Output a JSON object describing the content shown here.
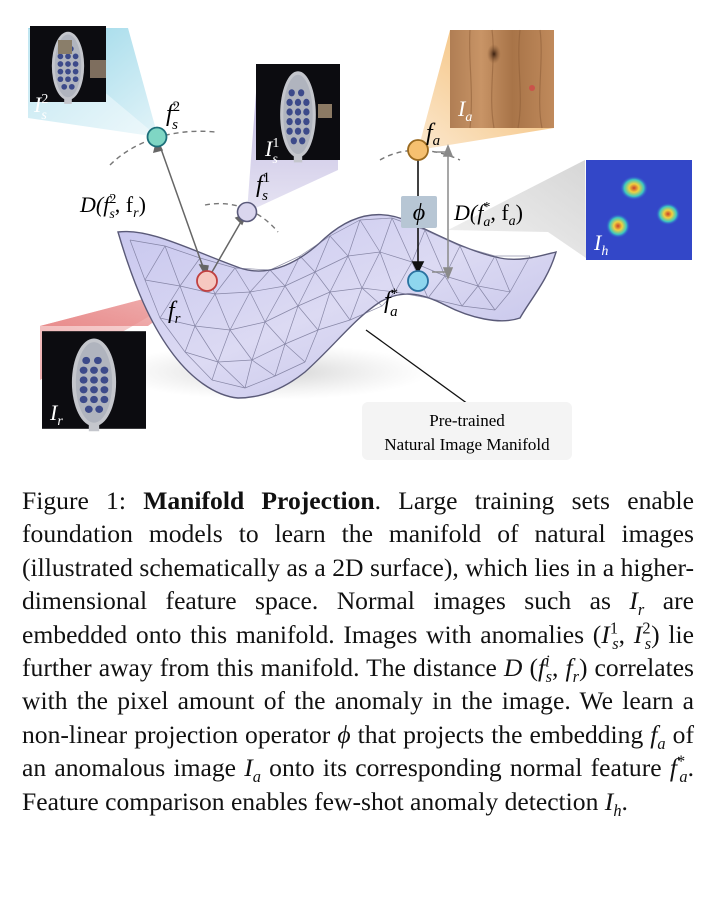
{
  "figure": {
    "labels": {
      "Is2": "I",
      "Is2_sub": "s",
      "Is2_sup": "2",
      "fs2": "f",
      "fs2_sub": "s",
      "fs2_sup": "2",
      "Is1": "I",
      "Is1_sub": "s",
      "Is1_sup": "1",
      "fs1": "f",
      "fs1_sub": "s",
      "fs1_sup": "1",
      "Ia": "I",
      "Ia_sub": "a",
      "fa": "f",
      "fa_sub": "a",
      "phi": "ϕ",
      "Ih": "I",
      "Ih_sub": "h",
      "fr": "f",
      "fr_sub": "r",
      "Ir": "I",
      "Ir_sub": "r",
      "fa_star": "f",
      "fa_star_sub": "a",
      "fa_star_sup": "*",
      "dist_left": "D(f",
      "dist_left_sup": "2",
      "dist_left_sub": "s",
      "dist_left_rest": ", f",
      "dist_left_sub2": "r",
      "dist_left_end": ")",
      "dist_right": "D(f",
      "dist_right_sup": "*",
      "dist_right_sub": "a",
      "dist_right_rest": ", f",
      "dist_right_sub2": "a",
      "dist_right_end": ")",
      "manifold_line1": "Pre-trained",
      "manifold_line2": "Natural Image Manifold"
    },
    "colors": {
      "blue_callout": "#8fd3e6",
      "purple_callout": "#b8b0dc",
      "orange_callout": "#f2b25c",
      "red_callout": "#e88a8a",
      "gray_callout": "#cfcfcf",
      "manifold_fill": "#c9c8ec",
      "manifold_edge": "#5a5a78"
    }
  },
  "caption": {
    "figure_label": "Figure 1:",
    "title": "Manifold Projection",
    "seg1": ".  Large training sets enable foundation models to learn the manifold of natural images (illustrated schematically as a 2D surface), which lies in a higher-dimensional feature space. Normal images such as ",
    "Ir": "I",
    "Ir_sub": "r",
    "seg2": " are embedded onto this manifold.  Images with anomalies (",
    "Is1": "I",
    "Is1_sup": "1",
    "Is1_sub": "s",
    "comma": ", ",
    "Is2": "I",
    "Is2_sup": "2",
    "Is2_sub": "s",
    "seg3": ") lie further away from this manifold. The distance ",
    "D": "D",
    "lparen": " (",
    "fsi": "f",
    "fsi_sup": "i",
    "fsi_sub": "s",
    "fr_comma": ", ",
    "fr": "f",
    "fr_sub": "r",
    "rparen": ")",
    "seg4": " correlates with the pixel amount of the anomaly in the image. We learn a non-linear projection operator ",
    "phi": "ϕ",
    "seg5": " that projects the embedding ",
    "fa": "f",
    "fa_sub": "a",
    "seg6": " of an anomalous image ",
    "Ia": "I",
    "Ia_sub": "a",
    "seg7": " onto its corresponding normal feature ",
    "fa_star": "f",
    "fa_star_sup": "*",
    "fa_star_sub": "a",
    "seg8": ". Feature comparison enables few-shot anomaly detection ",
    "Ih": "I",
    "Ih_sub": "h",
    "seg9": "."
  }
}
